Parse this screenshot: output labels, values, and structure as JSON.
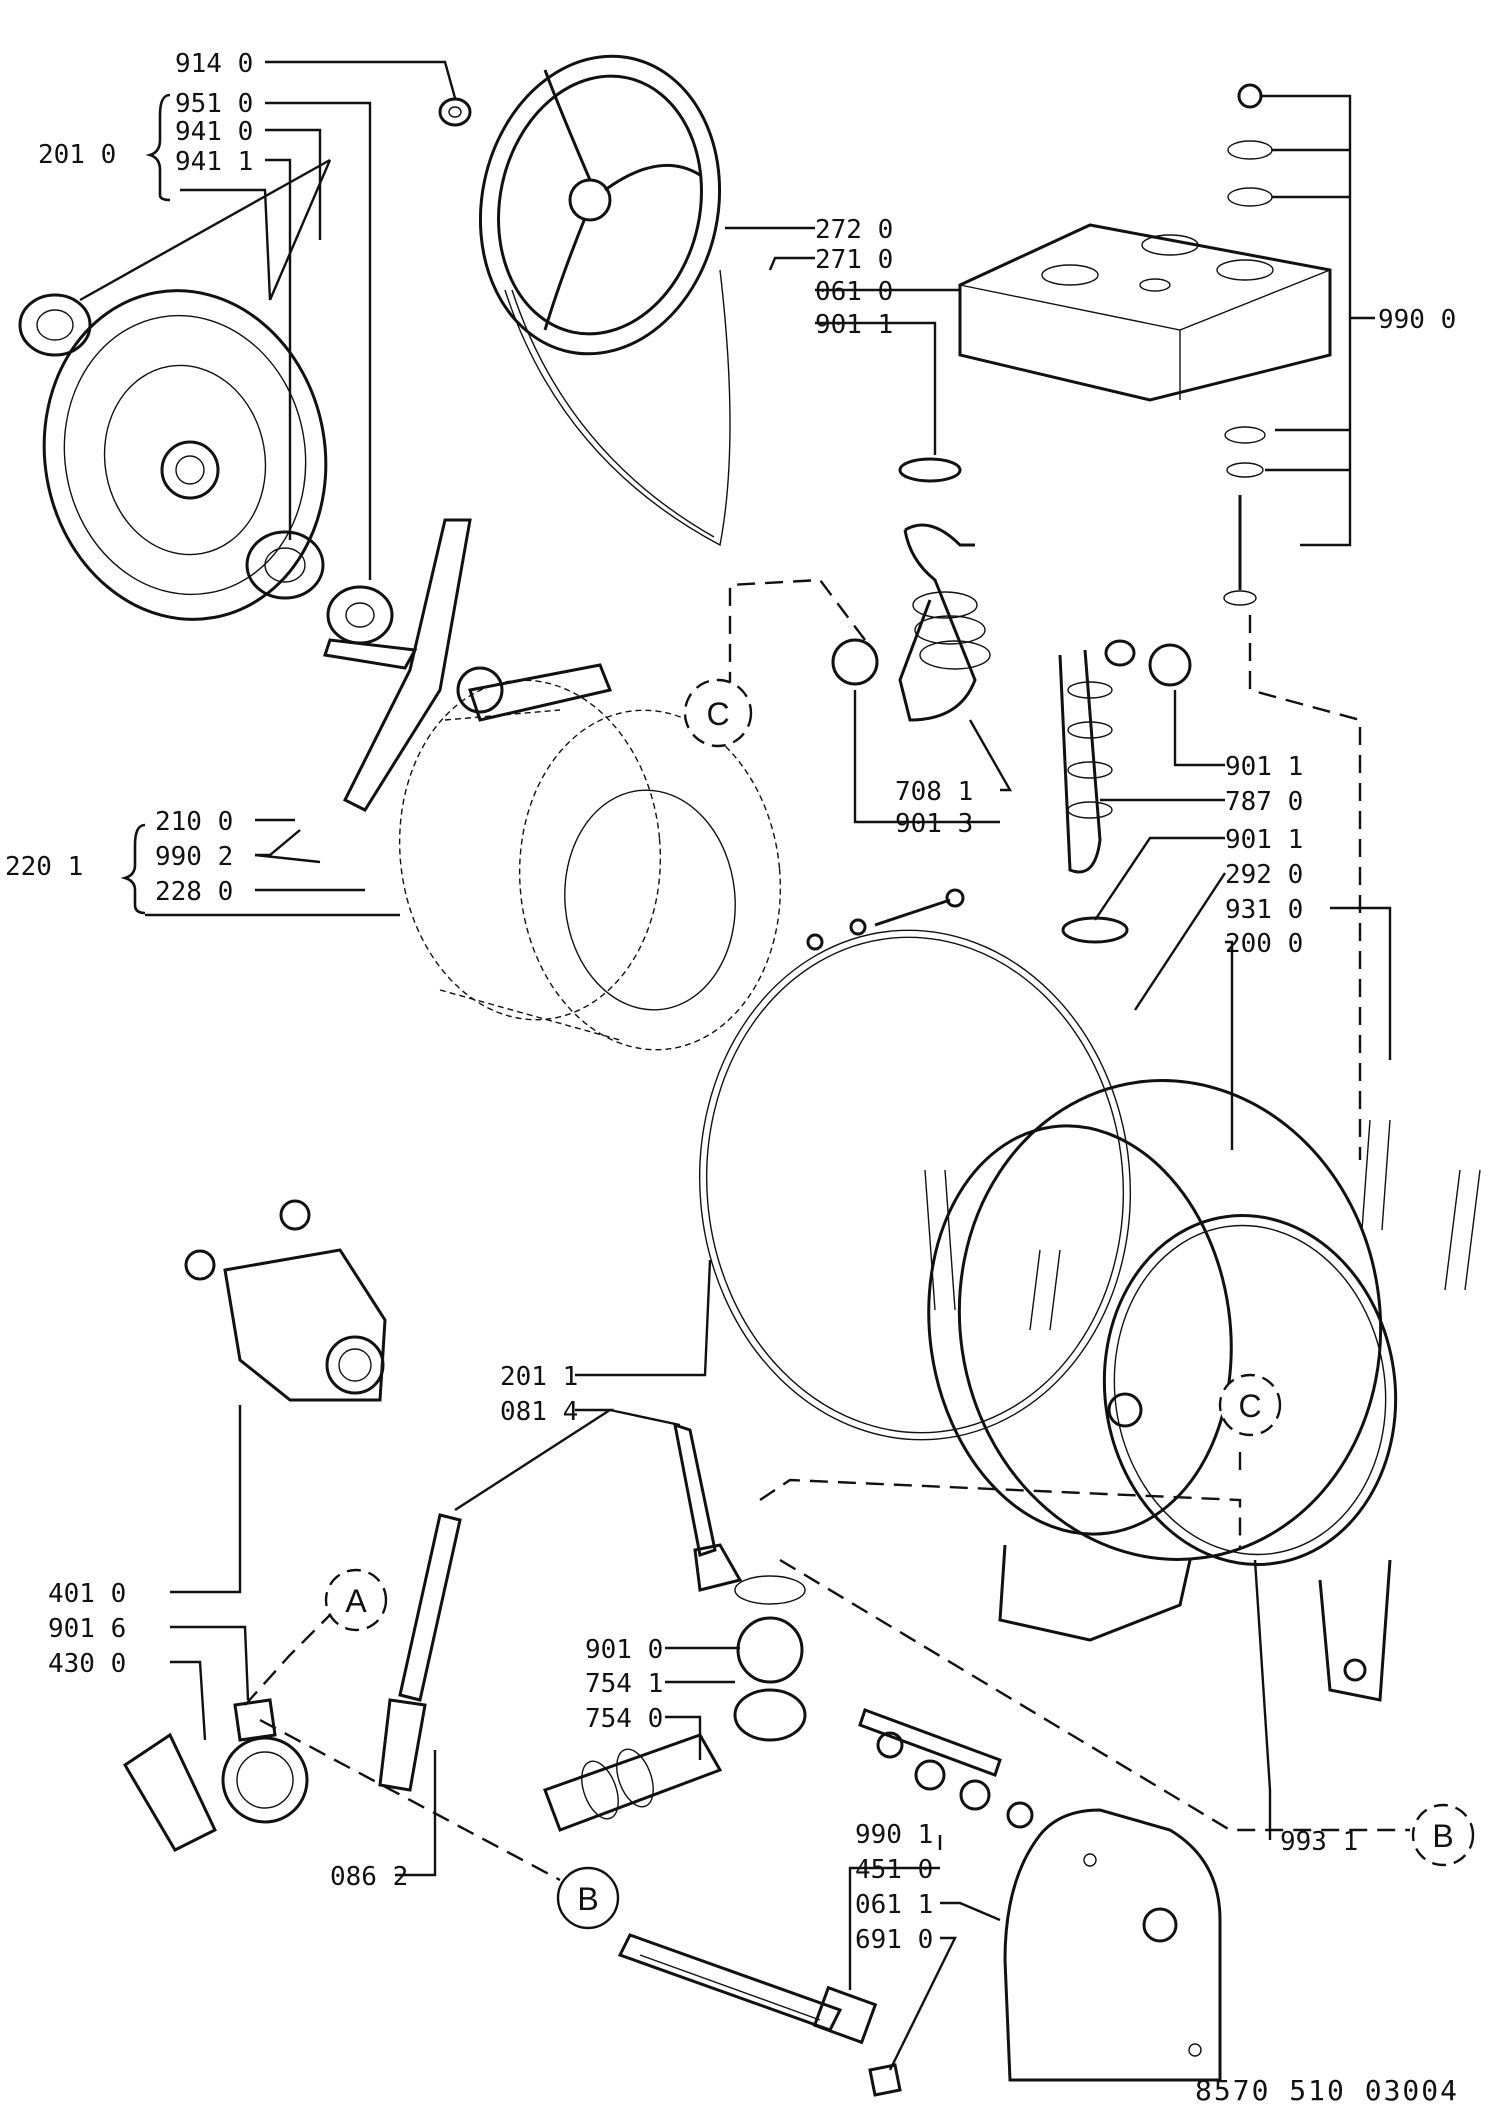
{
  "labels": {
    "l914_0": "914 0",
    "l951_0": "951 0",
    "l941_0": "941 0",
    "l941_1": "941 1",
    "l201_0": "201 0",
    "l272_0": "272 0",
    "l271_0": "271 0",
    "l061_0": "061 0",
    "l901_1a": "901 1",
    "l990_0": "990 0",
    "l210_0": "210 0",
    "l990_2": "990 2",
    "l228_0": "228 0",
    "l220_1": "220 1",
    "l708_1": "708 1",
    "l901_3": "901 3",
    "l901_1b": "901 1",
    "l787_0": "787 0",
    "l901_1c": "901 1",
    "l292_0": "292 0",
    "l931_0": "931 0",
    "l200_0": "200 0",
    "l201_1": "201 1",
    "l081_4": "081 4",
    "l401_0": "401 0",
    "l901_6": "901 6",
    "l430_0": "430 0",
    "l901_0": "901 0",
    "l754_1": "754 1",
    "l754_0": "754 0",
    "l086_2": "086 2",
    "l990_1": "990 1",
    "l451_0": "451 0",
    "l061_1": "061 1",
    "l691_0": "691 0",
    "l993_1": "993 1"
  },
  "callouts": {
    "A": "A",
    "B": "B",
    "C": "C"
  },
  "footer": {
    "drawing_number": "8570 510 03004"
  }
}
